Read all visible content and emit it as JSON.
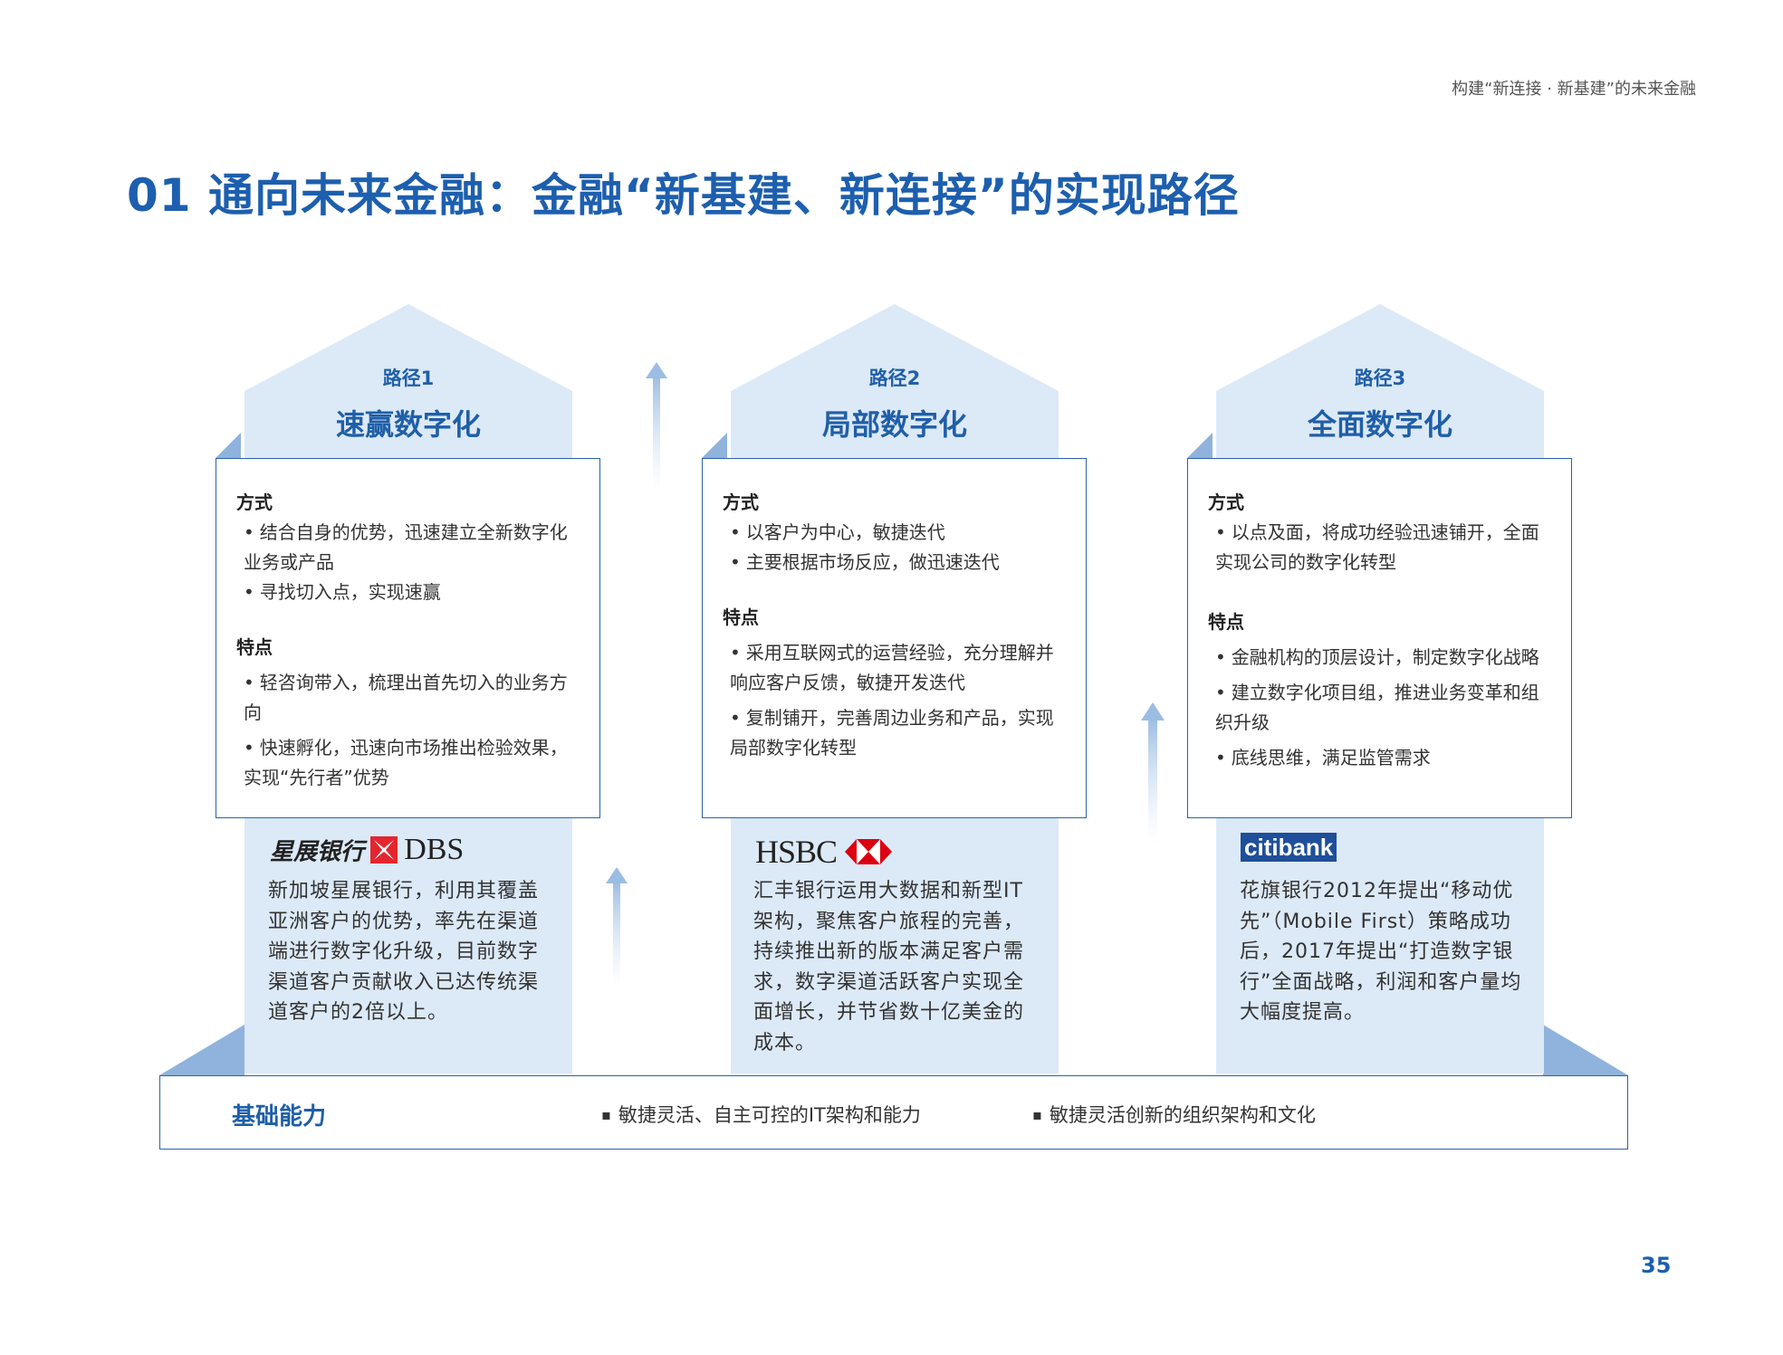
{
  "header": {
    "running_title": "构建“新连接 · 新基建”的未来金融"
  },
  "page_title": "01 通向未来金融：金融“新基建、新连接”的实现路径",
  "paths": [
    {
      "label": "路径1",
      "name": "速赢数字化",
      "method_title": "方式",
      "method_items": [
        "结合自身的优势，迅速建立全新数字化业务或产品",
        "寻找切入点，实现速赢"
      ],
      "feature_title": "特点",
      "feature_items": [
        "轻咨询带入，梳理出首先切入的业务方向",
        "快速孵化，迅速向市场推出检验效果，实现“先行者”优势"
      ],
      "logo_cn": "星展银行",
      "logo_en": "DBS",
      "case": "新加坡星展银行，利用其覆盖亚洲客户的优势，率先在渠道端进行数字化升级，目前数字渠道客户贡献收入已达传统渠道客户的2倍以上。"
    },
    {
      "label": "路径2",
      "name": "局部数字化",
      "method_title": "方式",
      "method_items": [
        "以客户为中心，敏捷迭代",
        "主要根据市场反应，做迅速迭代"
      ],
      "feature_title": "特点",
      "feature_items": [
        "采用互联网式的运营经验，充分理解并响应客户反馈，敏捷开发迭代",
        "复制铺开，完善周边业务和产品，实现局部数字化转型"
      ],
      "logo_en": "HSBC",
      "case": "汇丰银行运用大数据和新型IT架构，聚焦客户旅程的完善，持续推出新的版本满足客户需求，数字渠道活跃客户实现全面增长，并节省数十亿美金的成本。"
    },
    {
      "label": "路径3",
      "name": "全面数字化",
      "method_title": "方式",
      "method_items": [
        "以点及面，将成功经验迅速铺开，全面实现公司的数字化转型"
      ],
      "feature_title": "特点",
      "feature_items": [
        "金融机构的顶层设计，制定数字化战略",
        "建立数字化项目组，推进业务变革和组织升级",
        "底线思维，满足监管需求"
      ],
      "logo_en": "citibank",
      "case": "花旗银行2012年提出“移动优先”（Mobile First）策略成功后，2017年提出“打造数字银行”全面战略，利润和客户量均大幅度提高。"
    }
  ],
  "foundation": {
    "label": "基础能力",
    "items": [
      "敏捷灵活、自主可控的IT架构和能力",
      "敏捷灵活创新的组织架构和文化"
    ]
  },
  "page_number": "35",
  "colors": {
    "title_blue": "#1d5fae",
    "pillar_fill": "#dce9f7",
    "border_blue": "#2c62a6",
    "accent_blue": "#8fb3dd",
    "dbs_red": "#e3262e",
    "hsbc_red": "#db0011",
    "citi_blue": "#1f4f9a"
  }
}
